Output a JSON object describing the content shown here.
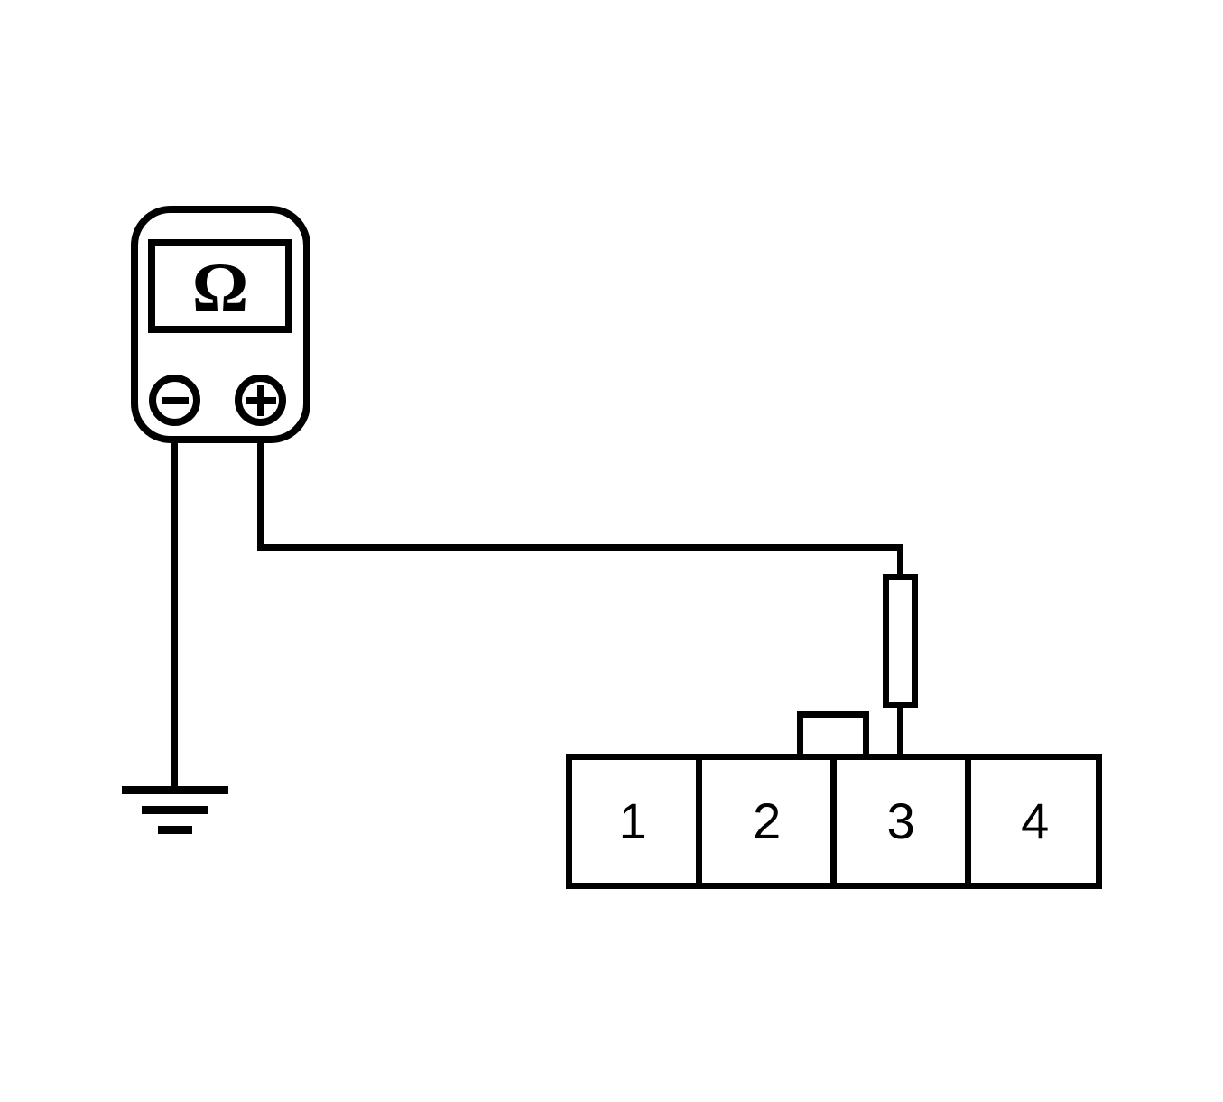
{
  "page": {
    "background_color": "#ffffff",
    "line_color": "#000000"
  },
  "multimeter": {
    "display_symbol": "Ω",
    "terminals": {
      "negative_icon": "minus-icon",
      "positive_icon": "plus-icon"
    }
  },
  "ground": {
    "icon": "ground-symbol"
  },
  "connector": {
    "pins": [
      {
        "label": "1"
      },
      {
        "label": "2"
      },
      {
        "label": "3"
      },
      {
        "label": "4"
      }
    ]
  }
}
